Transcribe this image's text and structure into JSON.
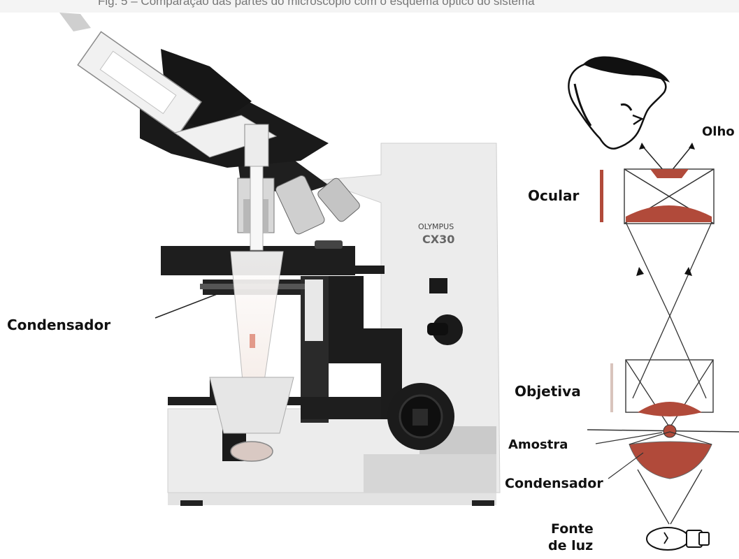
{
  "header_text": "Fig. 5 – Comparação das partes do microscópio com o esquema óptico do sistema",
  "labels": {
    "condensador_left": "Condensador",
    "olho": "Olho",
    "ocular": "Ocular",
    "objetiva": "Objetiva",
    "amostra": "Amostra",
    "condensador_right": "Condensador",
    "fonte": "Fonte",
    "de_luz": "de luz"
  },
  "brand": {
    "maker": "OLYMPUS",
    "model": "CX30"
  },
  "colors": {
    "lens_red": "#b14a3a",
    "line": "#222222",
    "body_dark": "#1b1b1b",
    "body_light": "#e9e9e9"
  },
  "icons": [
    "face-icon",
    "lamp-icon"
  ]
}
